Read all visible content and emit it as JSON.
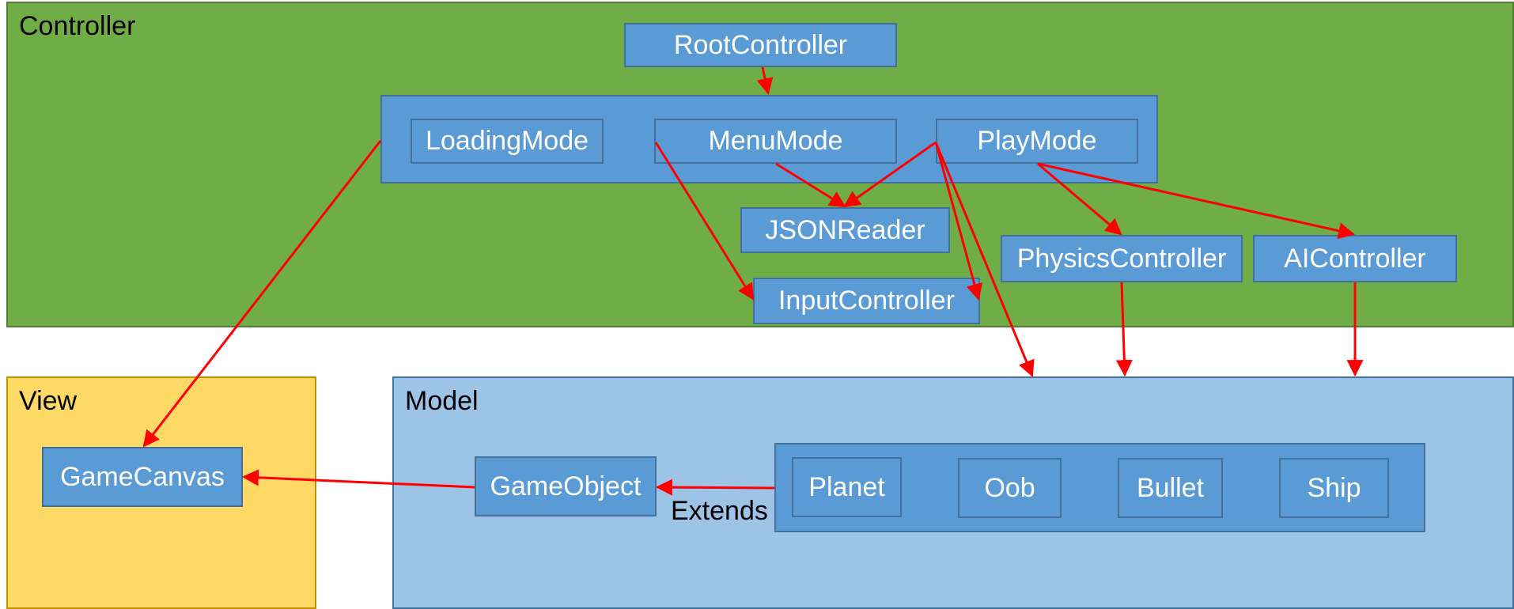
{
  "regions": {
    "controller": {
      "label": "Controller",
      "color": "#70ad47"
    },
    "view": {
      "label": "View",
      "color": "#ffd966"
    },
    "model": {
      "label": "Model",
      "color": "#9dc3e6"
    }
  },
  "nodes": {
    "root_controller": "RootController",
    "loading_mode": "LoadingMode",
    "menu_mode": "MenuMode",
    "play_mode": "PlayMode",
    "json_reader": "JSONReader",
    "input_controller": "InputController",
    "physics_controller": "PhysicsController",
    "ai_controller": "AIController",
    "game_canvas": "GameCanvas",
    "game_object": "GameObject",
    "planet": "Planet",
    "oob": "Oob",
    "bullet": "Bullet",
    "ship": "Ship"
  },
  "annotations": {
    "extends_label": "Extends"
  },
  "style": {
    "node_fill": "#5b9bd5",
    "node_border": "#41719c",
    "arrow_color": "#ff0000"
  },
  "edges": [
    {
      "from": "root_controller",
      "to": "modes-group"
    },
    {
      "from": "modes-group",
      "to": "game_canvas"
    },
    {
      "from": "menu_mode",
      "to": "input_controller"
    },
    {
      "from": "menu_mode",
      "to": "json_reader"
    },
    {
      "from": "play_mode",
      "to": "json_reader"
    },
    {
      "from": "play_mode",
      "to": "input_controller"
    },
    {
      "from": "play_mode",
      "to": "model"
    },
    {
      "from": "play_mode",
      "to": "physics_controller"
    },
    {
      "from": "play_mode",
      "to": "ai_controller"
    },
    {
      "from": "physics_controller",
      "to": "model"
    },
    {
      "from": "ai_controller",
      "to": "model"
    },
    {
      "from": "subclass-group",
      "to": "game_object"
    },
    {
      "from": "game_object",
      "to": "game_canvas"
    }
  ]
}
